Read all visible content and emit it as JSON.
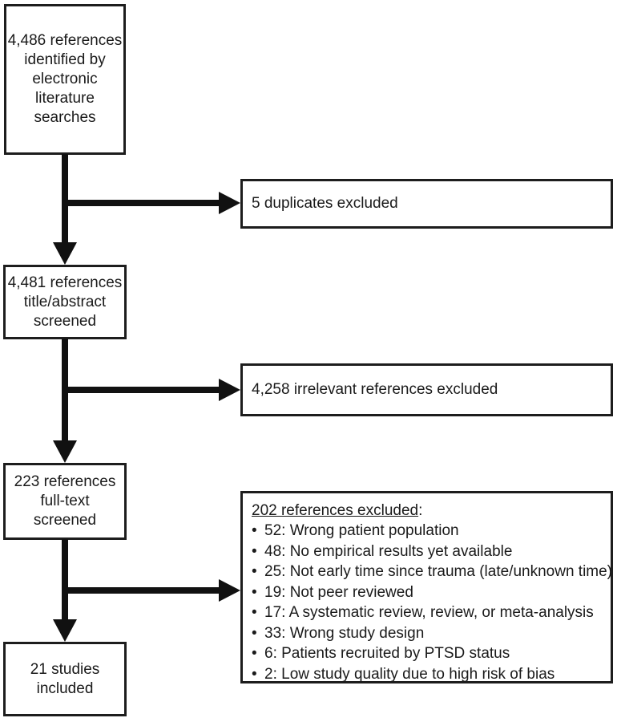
{
  "diagram": {
    "type": "prisma-flowchart",
    "boxes": {
      "identified": {
        "lines": [
          "4,486 references",
          "identified by",
          "electronic",
          "literature",
          "searches"
        ]
      },
      "duplicates_excluded": {
        "text": "5 duplicates excluded"
      },
      "title_abstract_screened": {
        "lines": [
          "4,481 references",
          "title/abstract",
          "screened"
        ]
      },
      "irrelevant_excluded": {
        "text": "4,258 irrelevant references excluded"
      },
      "full_text_screened": {
        "lines": [
          "223 references",
          "full-text",
          "screened"
        ]
      },
      "references_excluded": {
        "heading_underlined": "202 references excluded",
        "heading_suffix": ":",
        "items": [
          "52: Wrong patient population",
          "48: No empirical results yet available",
          "25: Not early time since trauma (late/unknown time)",
          "19: Not peer reviewed",
          "17: A systematic review, review, or meta-analysis",
          "33: Wrong study design",
          "6: Patients recruited by PTSD status",
          "2: Low study quality due to high risk of bias"
        ]
      },
      "studies_included": {
        "lines": [
          "21 studies",
          "included"
        ]
      }
    },
    "colors": {
      "arrow": "#111111",
      "border": "#1d1d1d",
      "background": "#ffffff",
      "text": "#1a1a1a"
    }
  }
}
